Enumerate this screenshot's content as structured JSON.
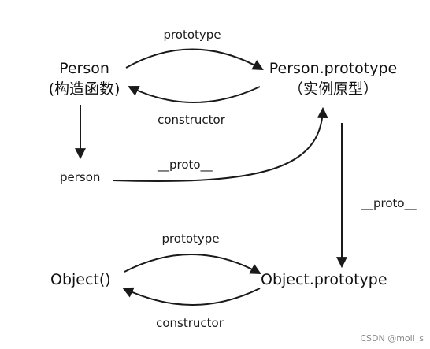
{
  "nodes": {
    "person_ctor": {
      "name": "Person",
      "sub": "(构造函数)"
    },
    "person_proto": {
      "name": "Person.prototype",
      "sub": "（实例原型）"
    },
    "instance": {
      "name": "person"
    },
    "object_ctor": {
      "name": "Object()"
    },
    "object_proto": {
      "name": "Object.prototype"
    }
  },
  "edges": {
    "prototype_top": "prototype",
    "constructor_top": "constructor",
    "proto_instance": "__proto__",
    "proto_vertical": "__proto__",
    "prototype_bottom": "prototype",
    "constructor_bottom": "constructor"
  },
  "watermark": "CSDN @moli_s",
  "colors": {
    "stroke": "#1a1a1a",
    "text": "#111111",
    "watermark": "#8a8a8a"
  }
}
